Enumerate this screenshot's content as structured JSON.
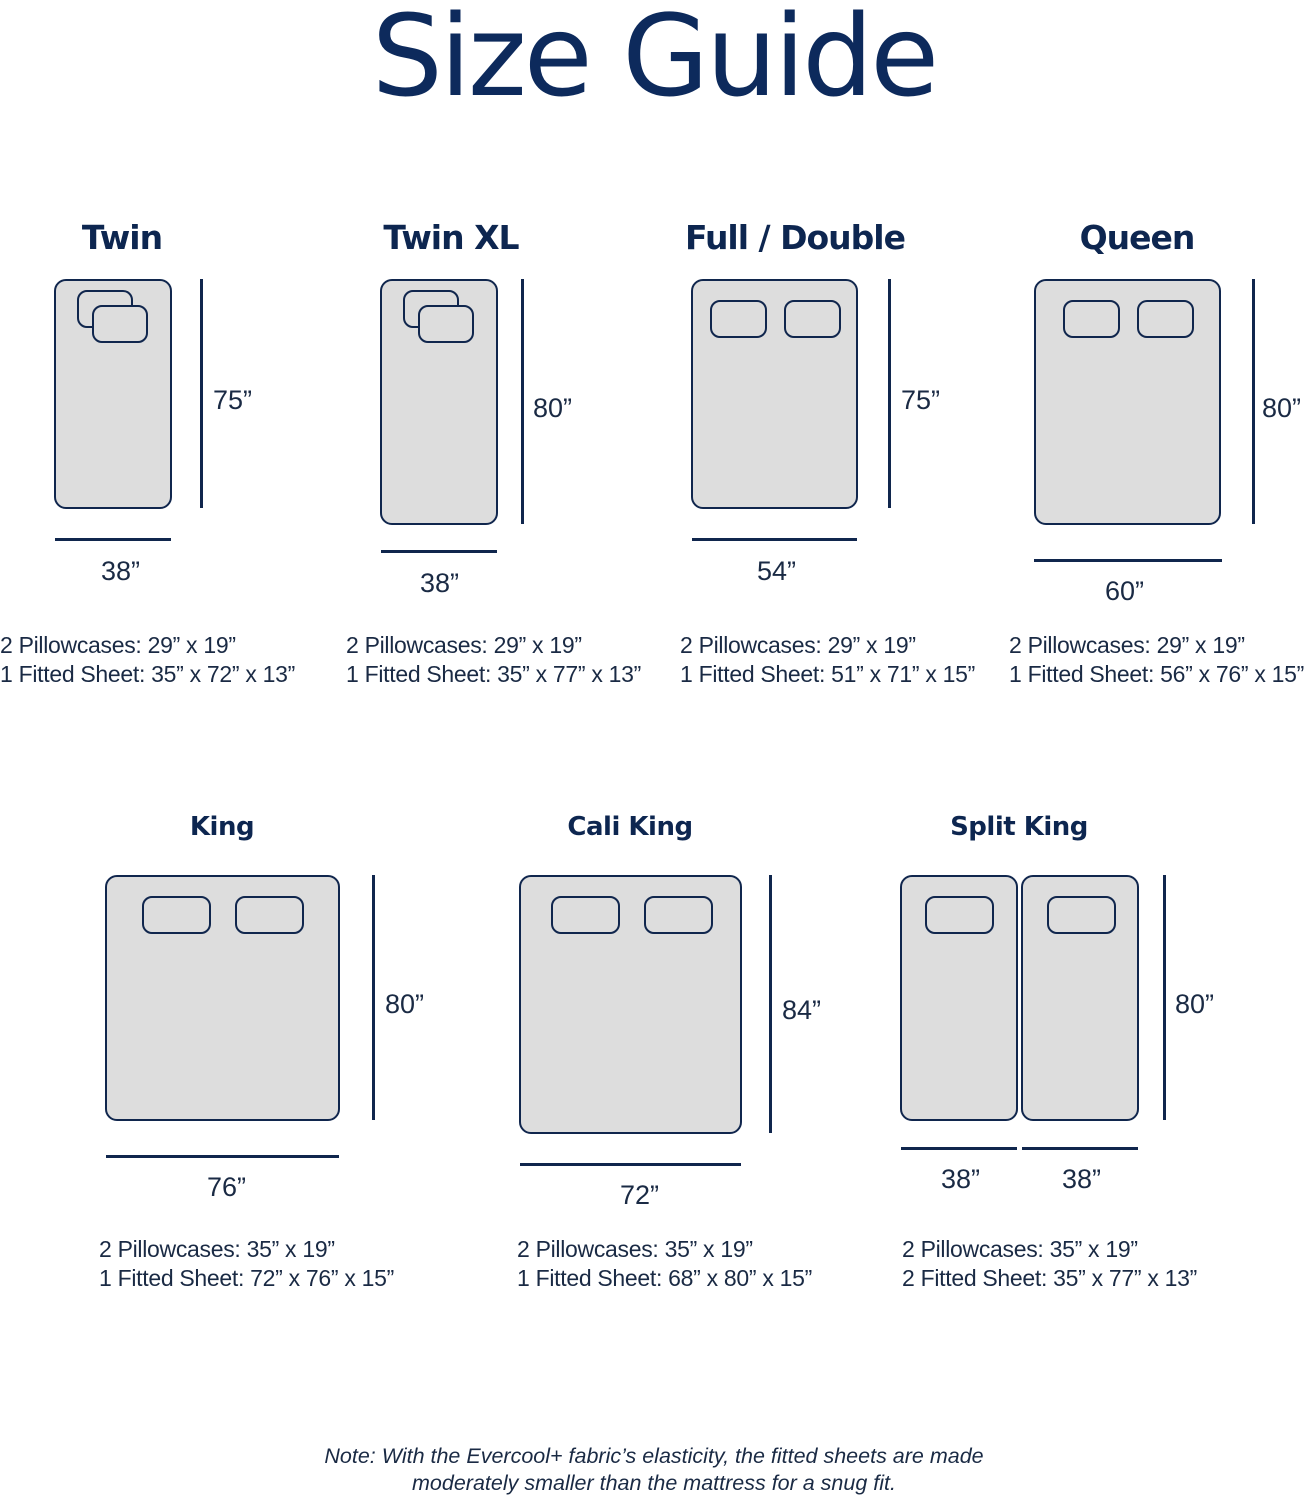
{
  "title": "Size Guide",
  "sizes": [
    {
      "name": "Twin",
      "length": "75”",
      "width": "38”",
      "pillowcases": "2 Pillowcases: 29” x 19”",
      "fitted_sheet": "1 Fitted Sheet: 35” x 72” x 13”"
    },
    {
      "name": "Twin XL",
      "length": "80”",
      "width": "38”",
      "pillowcases": "2 Pillowcases: 29” x 19”",
      "fitted_sheet": "1 Fitted Sheet: 35” x 77” x 13”"
    },
    {
      "name": "Full / Double",
      "length": "75”",
      "width": "54”",
      "pillowcases": "2 Pillowcases: 29” x 19”",
      "fitted_sheet": "1 Fitted Sheet: 51” x 71” x 15”"
    },
    {
      "name": "Queen",
      "length": "80”",
      "width": "60”",
      "pillowcases": "2 Pillowcases: 29” x 19”",
      "fitted_sheet": "1 Fitted Sheet: 56” x 76” x 15”"
    },
    {
      "name": "King",
      "length": "80”",
      "width": "76”",
      "pillowcases": "2 Pillowcases: 35” x 19”",
      "fitted_sheet": "1 Fitted Sheet: 72” x 76” x 15”"
    },
    {
      "name": "Cali King",
      "length": "84”",
      "width": "72”",
      "pillowcases": "2 Pillowcases: 35” x 19”",
      "fitted_sheet": "1 Fitted Sheet: 68” x 80” x 15”"
    },
    {
      "name": "Split King",
      "length": "80”",
      "width": "38”",
      "width_2": "38”",
      "pillowcases": "2 Pillowcases: 35” x 19”",
      "fitted_sheet": "2 Fitted Sheet: 35” x 77” x 13”"
    }
  ],
  "note": {
    "line1": "Note: With the Evercool+ fabric’s elasticity, the fitted sheets are made",
    "line2": "moderately smaller than the mattress for a snug fit."
  },
  "colors": {
    "navy": "#10264d",
    "mattress_fill": "#dddddd",
    "background": "#ffffff"
  }
}
